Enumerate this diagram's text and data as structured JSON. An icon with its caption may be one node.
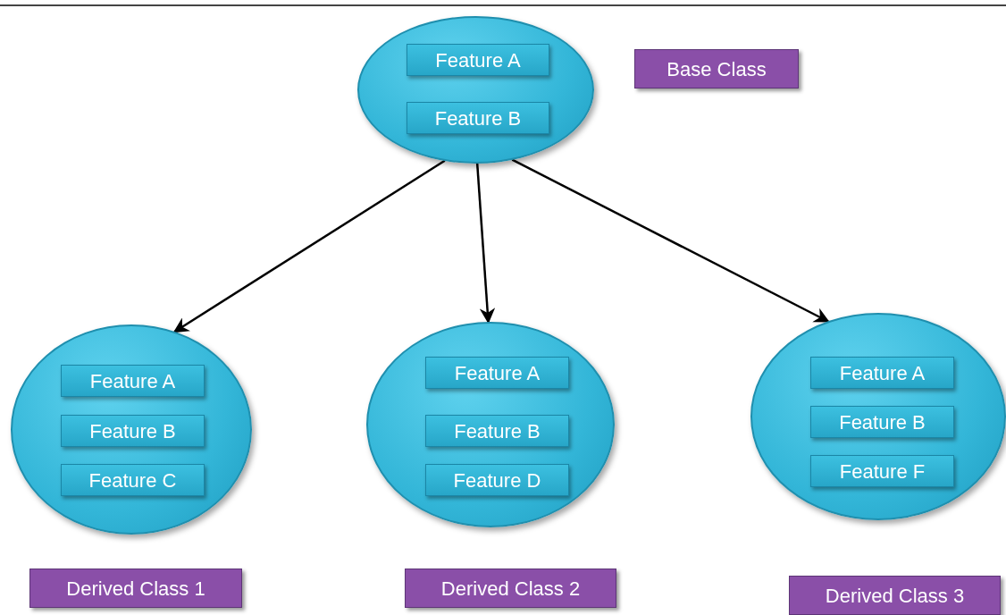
{
  "diagram": {
    "nodes": [
      {
        "text": [],
        "shape": "circle"
      },
      {
        "text": [
          "Feature A"
        ],
        "in": 0
      },
      {
        "text": [
          "Feature B"
        ],
        "in": 0
      },
      {
        "text": [
          "Base Class"
        ]
      },
      {
        "text": [],
        "shape": "circle"
      },
      {
        "text": [
          "Feature A"
        ],
        "in": 4
      },
      {
        "text": [
          "Feature B"
        ],
        "in": 4
      },
      {
        "text": [
          "Feature C"
        ],
        "in": 4
      },
      {
        "text": [],
        "shape": "circle"
      },
      {
        "text": [
          "Feature A"
        ],
        "in": 8
      },
      {
        "text": [
          "Feature B"
        ],
        "in": 8
      },
      {
        "text": [
          "Feature D"
        ],
        "in": 8
      },
      {
        "text": [],
        "shape": "circle"
      },
      {
        "text": [
          "Feature A"
        ],
        "in": 12
      },
      {
        "text": [
          "Feature B"
        ],
        "in": 12
      },
      {
        "text": [
          "Feature F"
        ],
        "in": 12
      },
      {
        "text": [
          "Derived Class 1"
        ]
      },
      {
        "text": [
          "Derived Class 2"
        ]
      },
      {
        "text": [
          "Derived Class 3"
        ]
      }
    ],
    "edges": [
      {
        "from": 0,
        "to": 4,
        "arrow": "to"
      },
      {
        "from": 0,
        "to": 8,
        "arrow": "to"
      },
      {
        "from": 0,
        "to": 12,
        "arrow": "to"
      }
    ]
  }
}
